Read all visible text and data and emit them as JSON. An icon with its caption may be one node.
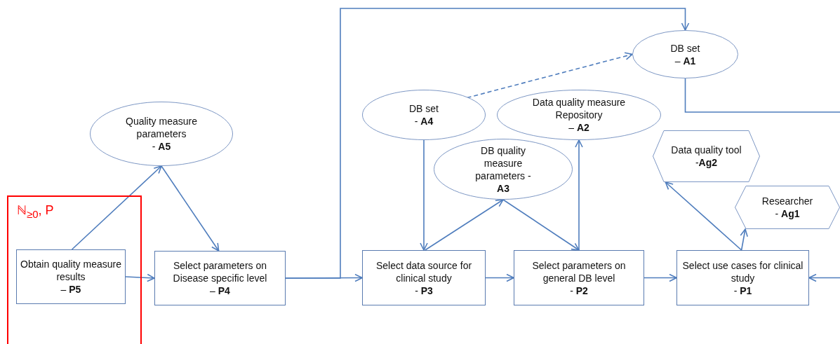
{
  "diagram": {
    "nodes": [
      {
        "text": [
          "Quality measure parameters",
          "- **A5**"
        ]
      },
      {
        "text": [
          "ℕ$_{≥0}$, P"
        ]
      },
      {
        "text": [
          "Obtain quality measure results",
          "– **P5**"
        ],
        "in": 1
      },
      {
        "text": [
          "Select parameters on Disease specific level",
          "– **P4**"
        ]
      },
      {
        "text": [
          "DB set",
          "- **A4**"
        ]
      },
      {
        "text": [
          "DB set",
          "– **A1**"
        ]
      },
      {
        "text": [
          "Data quality measure Repository",
          "– **A2**"
        ]
      },
      {
        "text": [
          "DB quality measure parameters -",
          "**A3**"
        ]
      },
      {
        "text": [
          "Data quality tool",
          "-**Ag2**"
        ]
      },
      {
        "text": [
          "Researcher",
          "- **Ag1**"
        ]
      },
      {
        "text": [
          "Select data source for clinical study",
          "- **P3**"
        ]
      },
      {
        "text": [
          "Select parameters on general DB level",
          "- **P2**"
        ]
      },
      {
        "text": [
          "Select use cases for clinical study",
          "- **P1**"
        ]
      }
    ],
    "edges": [
      {
        "from": 2,
        "to": 0,
        "arrow": "to"
      },
      {
        "from": 0,
        "to": 3,
        "arrow": "to"
      },
      {
        "from": 2,
        "to": 3,
        "arrow": "to"
      },
      {
        "from": 3,
        "to": 10,
        "arrow": "to"
      },
      {
        "from": 3,
        "to": 5,
        "arrow": "to"
      },
      {
        "from": 4,
        "to": 5,
        "arrow": "to",
        "style": "dashed"
      },
      {
        "from": 4,
        "to": 10,
        "arrow": "to"
      },
      {
        "from": 10,
        "to": 7,
        "arrow": "to"
      },
      {
        "from": 7,
        "to": 11,
        "arrow": "to"
      },
      {
        "from": 11,
        "to": 6,
        "arrow": "to"
      },
      {
        "from": 10,
        "to": 11,
        "arrow": "to"
      },
      {
        "from": 11,
        "to": 12,
        "arrow": "to"
      },
      {
        "from": 12,
        "to": 8,
        "arrow": "to"
      },
      {
        "from": 12,
        "to": 9,
        "arrow": "to"
      },
      {
        "from": 5,
        "to": 12,
        "arrow": "to"
      }
    ]
  }
}
